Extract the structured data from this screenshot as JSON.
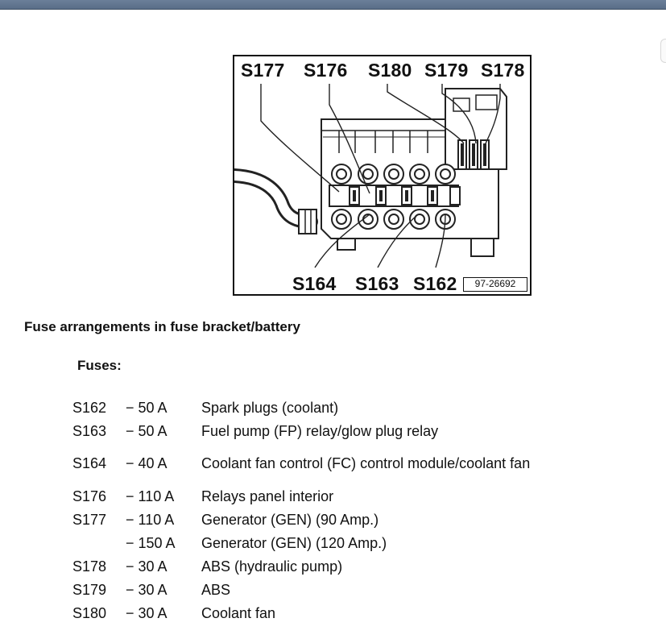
{
  "figure": {
    "top_labels": [
      "S177",
      "S176",
      "S180",
      "S179",
      "S178"
    ],
    "bottom_labels": [
      "S164",
      "S163",
      "S162"
    ],
    "reference": "97-26692"
  },
  "heading": "Fuse arrangements in fuse bracket/battery",
  "fuses_label": "Fuses:",
  "fuses": [
    {
      "id": "S162",
      "amp": "− 50 A",
      "desc": "Spark plugs (coolant)"
    },
    {
      "id": "S163",
      "amp": "− 50 A",
      "desc": "Fuel pump (FP) relay/glow plug relay"
    },
    {
      "id": "S164",
      "amp": "− 40 A",
      "desc": "Coolant fan control (FC) control module/coolant fan"
    },
    {
      "id": "S176",
      "amp": "− 110 A",
      "desc": "Relays panel interior"
    },
    {
      "id": "S177",
      "amp": "− 110 A",
      "desc": "Generator (GEN) (90 Amp.)"
    },
    {
      "id": "",
      "amp": "− 150 A",
      "desc": "Generator (GEN) (120 Amp.)"
    },
    {
      "id": "S178",
      "amp": "− 30 A",
      "desc": "ABS (hydraulic pump)"
    },
    {
      "id": "S179",
      "amp": "− 30 A",
      "desc": "ABS"
    },
    {
      "id": "S180",
      "amp": "− 30 A",
      "desc": "Coolant fan"
    }
  ]
}
